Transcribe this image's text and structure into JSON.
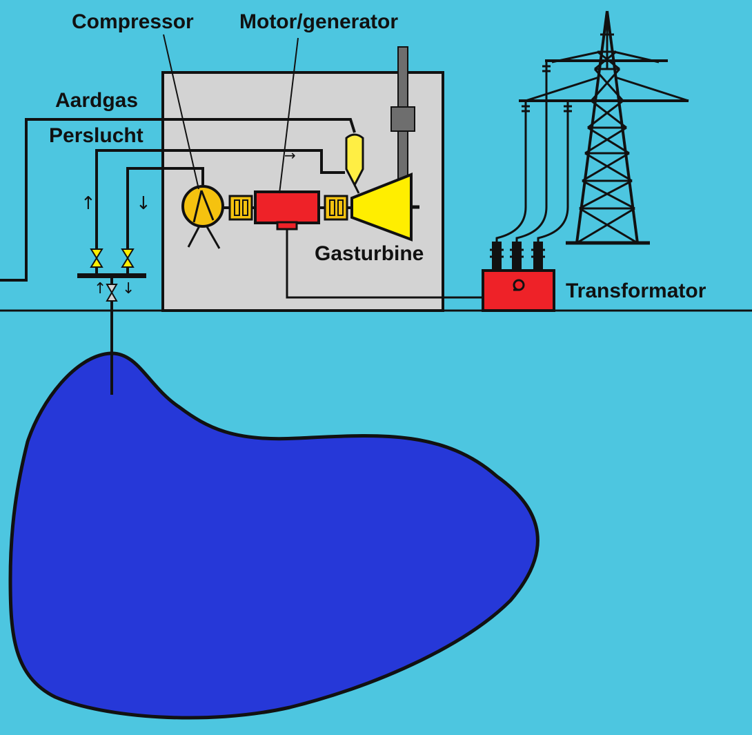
{
  "labels": {
    "compressor": "Compressor",
    "motor_generator": "Motor/generator",
    "aardgas": "Aardgas",
    "perslucht": "Perslucht",
    "gasturbine": "Gasturbine",
    "transformator": "Transformator"
  },
  "flow_arrows": {
    "right": "→",
    "up": "↑",
    "down": "↓"
  },
  "colors": {
    "sky": "#4dc6e0",
    "building": "#d3d3d3",
    "reservoir": "#2638d8",
    "machine_yellow": "#f5c20f",
    "turbine_yellow": "#ffee00",
    "motor_red": "#ee2228",
    "stack_grey": "#6e6e6e",
    "line": "#111111"
  }
}
